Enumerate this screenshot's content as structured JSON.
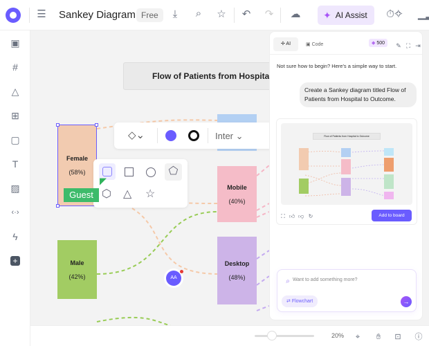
{
  "header": {
    "title": "Sankey Diagram",
    "plan_badge": "Free",
    "ai_assist": "AI Assist",
    "icons": [
      "logo",
      "menu-icon",
      "download-icon",
      "search-icon",
      "star-icon",
      "undo-icon",
      "redo-icon",
      "cloud-icon",
      "sparkle-icon",
      "timer-icon",
      "chart-icon"
    ]
  },
  "sidebar": {
    "icons": [
      "layout-icon",
      "grid-icon",
      "shapes-icon",
      "components-icon",
      "sticky-note-icon",
      "text-icon",
      "image-icon",
      "code-icon",
      "bolt-icon",
      "plus-icon"
    ]
  },
  "canvas": {
    "title": "Flow of Patients from Hospital to Outcome",
    "nodes": {
      "female": {
        "label": "Female",
        "value": "(58%)",
        "color": "#f2cbb0"
      },
      "male": {
        "label": "Male",
        "value": "(42%)",
        "color": "#a2cc63"
      },
      "mobile": {
        "label": "Mobile",
        "value": "(40%)",
        "color": "#f5bcc8"
      },
      "desktop": {
        "label": "Desktop",
        "value": "(48%)",
        "color": "#cdb4e8"
      },
      "tablet": {
        "color": "#b3d0f3"
      }
    },
    "toolbar": {
      "font": "Inter",
      "fill_color": "#6a5cff"
    },
    "guest_label": "Guest",
    "avatar": "AA"
  },
  "panel": {
    "tabs": [
      {
        "label": "AI"
      },
      {
        "label": "Code"
      }
    ],
    "credits": "500",
    "intro": "Not sure how to begin? Here's a simple way to start.",
    "user_message": "Create a Sankey diagram titled Flow of Patients from Hospital to Outcome.",
    "preview_title": "Flow of Patients from Hospital to Outcome",
    "add_to_board": "Add to board",
    "input_placeholder": "Want to add something more?",
    "mode_chip": "Flowchart"
  },
  "footer": {
    "zoom": "20%",
    "zoom_level": 20
  }
}
